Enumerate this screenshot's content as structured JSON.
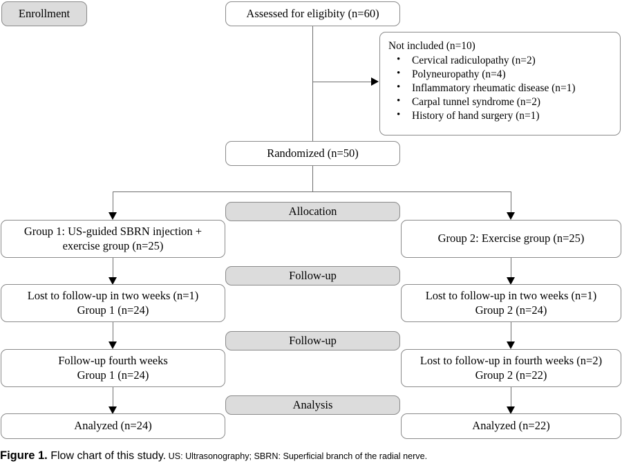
{
  "figure": {
    "number_label": "Figure 1.",
    "title": " Flow chart of this study.",
    "abbreviations": " US: Ultrasonography; SBRN: Superficial branch of the radial nerve."
  },
  "colors": {
    "band_fill": "#dcdcdc",
    "box_border": "#8a8a8a",
    "connector": "#6e6e6e",
    "arrow": "#000000",
    "background": "#ffffff"
  },
  "stages": {
    "enrollment": "Enrollment",
    "allocation": "Allocation",
    "followup_1": "Follow-up",
    "followup_2": "Follow-up",
    "analysis": "Analysis"
  },
  "nodes": {
    "assessed": "Assessed for eligibity (n=60)",
    "randomized": "Randomized (n=50)",
    "group1_alloc_line1": "Group 1: US-guided SBRN injection +",
    "group1_alloc_line2": "exercise group (n=25)",
    "group2_alloc": "Group 2: Exercise group (n=25)",
    "group1_fu2_line1": "Lost to follow-up in two weeks (n=1)",
    "group1_fu2_line2": "Group 1 (n=24)",
    "group2_fu2_line1": "Lost to follow-up in two weeks (n=1)",
    "group2_fu2_line2": "Group 2 (n=24)",
    "group1_fu4_line1": "Follow-up fourth weeks",
    "group1_fu4_line2": "Group 1 (n=24)",
    "group2_fu4_line1": "Lost to follow-up in fourth weeks (n=2)",
    "group2_fu4_line2": "Group 2 (n=22)",
    "group1_analyzed": "Analyzed (n=24)",
    "group2_analyzed": "Analyzed (n=22)"
  },
  "excluded": {
    "heading": "Not included (n=10)",
    "reasons": [
      "Cervical radiculopathy (n=2)",
      "Polyneuropathy (n=4)",
      "Inflammatory rheumatic disease (n=1)",
      "Carpal tunnel syndrome (n=2)",
      "History of hand surgery (n=1)"
    ]
  },
  "chart_data": {
    "type": "diagram",
    "title": "CONSORT flow chart of this study",
    "stages": [
      "Enrollment",
      "Allocation",
      "Follow-up",
      "Follow-up",
      "Analysis"
    ],
    "counts": {
      "assessed_for_eligibility": 60,
      "not_included": 10,
      "randomized": 50,
      "group1_allocated": 25,
      "group2_allocated": 25,
      "group1_lost_two_weeks": 1,
      "group1_at_two_weeks": 24,
      "group2_lost_two_weeks": 1,
      "group2_at_two_weeks": 24,
      "group1_at_fourth_weeks": 24,
      "group2_lost_fourth_weeks": 2,
      "group2_at_fourth_weeks": 22,
      "group1_analyzed": 24,
      "group2_analyzed": 22
    },
    "exclusion_reasons": [
      {
        "reason": "Cervical radiculopathy",
        "n": 2
      },
      {
        "reason": "Polyneuropathy",
        "n": 4
      },
      {
        "reason": "Inflammatory rheumatic disease",
        "n": 1
      },
      {
        "reason": "Carpal tunnel syndrome",
        "n": 2
      },
      {
        "reason": "History of hand surgery",
        "n": 1
      }
    ]
  }
}
